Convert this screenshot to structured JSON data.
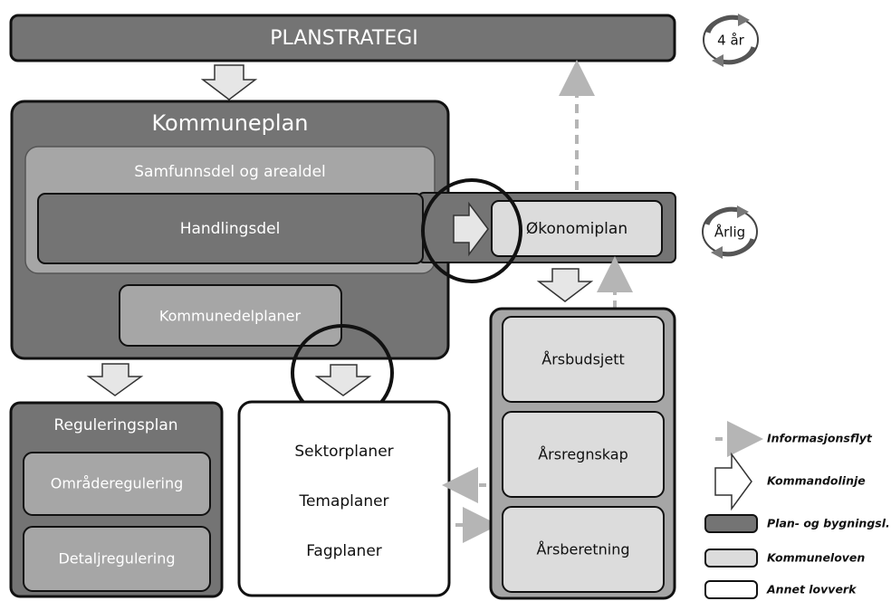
{
  "top": {
    "strategy": "PLANSTRATEGI",
    "cycle_label": "4 år"
  },
  "kommuneplan": {
    "title": "Kommuneplan",
    "samfunnsdel": "Samfunnsdel og arealdel",
    "handlingsdel": "Handlingsdel",
    "kommunedelplaner": "Kommunedelplaner"
  },
  "okonomi": {
    "label": "Økonomiplan",
    "cycle_label": "Årlig"
  },
  "regulering": {
    "title": "Reguleringsplan",
    "omrade": "Områderegulering",
    "detalj": "Detaljregulering"
  },
  "sektor": {
    "line1": "Sektorplaner",
    "line2": "Temaplaner",
    "line3": "Fagplaner"
  },
  "budget": {
    "item1": "Årsbudsjett",
    "item2": "Årsregnskap",
    "item3": "Årsberetning"
  },
  "legend": {
    "info": "Informasjonsflyt",
    "command": "Kommandolinje",
    "plan": "Plan- og bygningsl.",
    "kommuneloven": "Kommuneloven",
    "annet": "Annet lovverk"
  },
  "colors": {
    "dark_fill": "#747474",
    "mid_fill": "#a6a6a6",
    "light_fill": "#dcdcdc",
    "outline": "#111111",
    "arrow_fill": "#e6e6e6",
    "dashed_arrow": "#b5b5b5"
  }
}
